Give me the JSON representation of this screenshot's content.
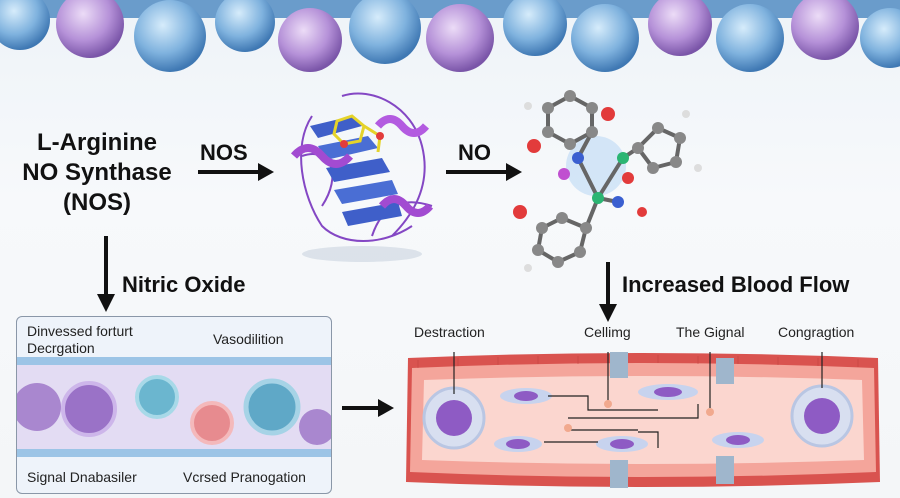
{
  "top_left_label": [
    "L-Arginine",
    "NO Synthase",
    "(NOS)"
  ],
  "arrow_labels": {
    "nos": "NOS",
    "no": "NO"
  },
  "side_labels": {
    "nitric_oxide": "Nitric Oxide",
    "increased_flow": "Increased Blood Flow"
  },
  "left_panel": {
    "top_left": [
      "Dinvessed forturt",
      "Decrgation"
    ],
    "top_right": "Vasodilition",
    "bottom_left": "Signal Dnabasiler",
    "bottom_right": "Vcrsed Pranogation"
  },
  "vessel_labels": [
    "Destraction",
    "Cellimg",
    "The Gignal",
    "Congragtion"
  ],
  "colors": {
    "vessel": "#d9534f",
    "vessel_light": "#f4a59b",
    "cell": "#8e5bc4",
    "protein_blue": "#3f5fc9",
    "protein_purple": "#a24bd1"
  }
}
